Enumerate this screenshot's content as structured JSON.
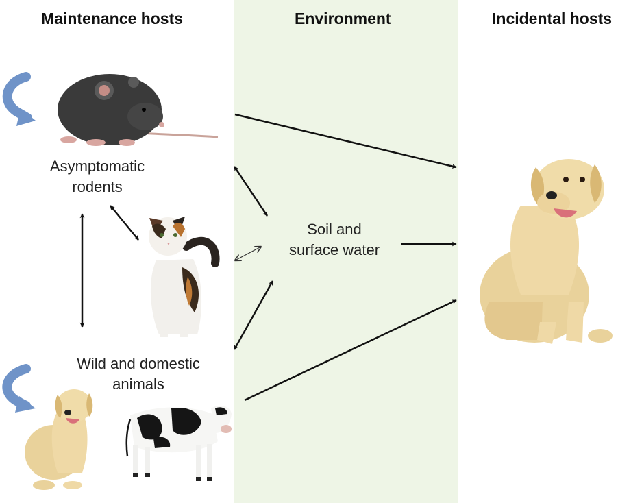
{
  "columns": {
    "maintenance": "Maintenance hosts",
    "environment": "Environment",
    "incidental": "Incidental hosts"
  },
  "nodes": {
    "rodents": "Asymptomatic\nrodents",
    "animals": "Wild and domestic\nanimals",
    "soil": "Soil and\nsurface water"
  },
  "colors": {
    "environment_band": "#eef5e6",
    "cycle_arrow": "#6f93c8",
    "arrow": "#111111"
  },
  "icons": [
    "rat-icon",
    "cat-icon",
    "dog-icon",
    "cow-icon",
    "cycle-arrow-icon"
  ]
}
